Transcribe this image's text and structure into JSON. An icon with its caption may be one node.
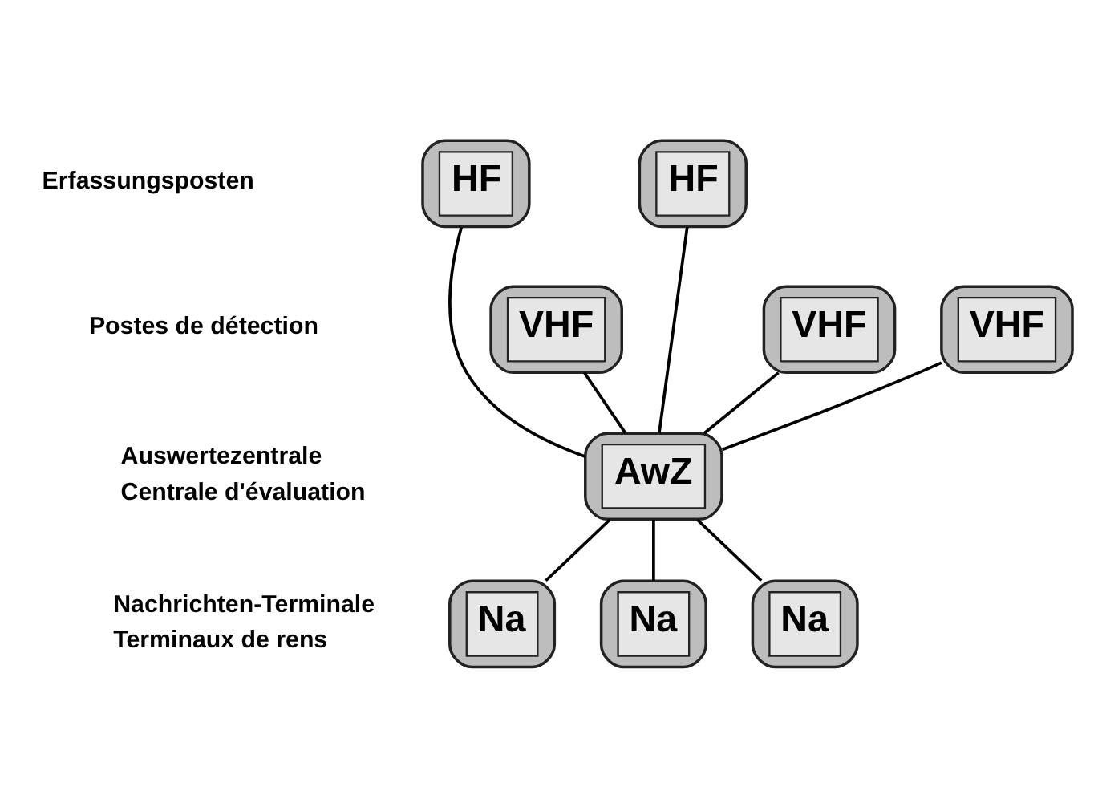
{
  "diagram": {
    "nodes": [
      {
        "text": [
          "HF"
        ]
      },
      {
        "text": [
          "HF"
        ]
      },
      {
        "text": [
          "VHF"
        ]
      },
      {
        "text": [
          "VHF"
        ]
      },
      {
        "text": [
          "VHF"
        ]
      },
      {
        "text": [
          "AwZ"
        ]
      },
      {
        "text": [
          "Na"
        ]
      },
      {
        "text": [
          "Na"
        ]
      },
      {
        "text": [
          "Na"
        ]
      }
    ],
    "edges": [
      {
        "from": 2,
        "to": 5,
        "arrow": "none"
      },
      {
        "from": 0,
        "to": 5,
        "arrow": "none"
      },
      {
        "from": 3,
        "to": 5,
        "arrow": "none"
      },
      {
        "from": 1,
        "to": 5,
        "arrow": "none"
      },
      {
        "from": 4,
        "to": 5,
        "arrow": "none"
      },
      {
        "from": 5,
        "to": 6,
        "arrow": "none"
      },
      {
        "from": 5,
        "to": 7,
        "arrow": "none"
      },
      {
        "from": 5,
        "to": 8,
        "arrow": "none"
      }
    ],
    "labels": [
      "Erfassungsposten",
      "Postes de détection",
      "Auswertezentrale",
      "Centrale d'évaluation",
      "Nachrichten-Terminale",
      "Terminaux de rens"
    ]
  }
}
